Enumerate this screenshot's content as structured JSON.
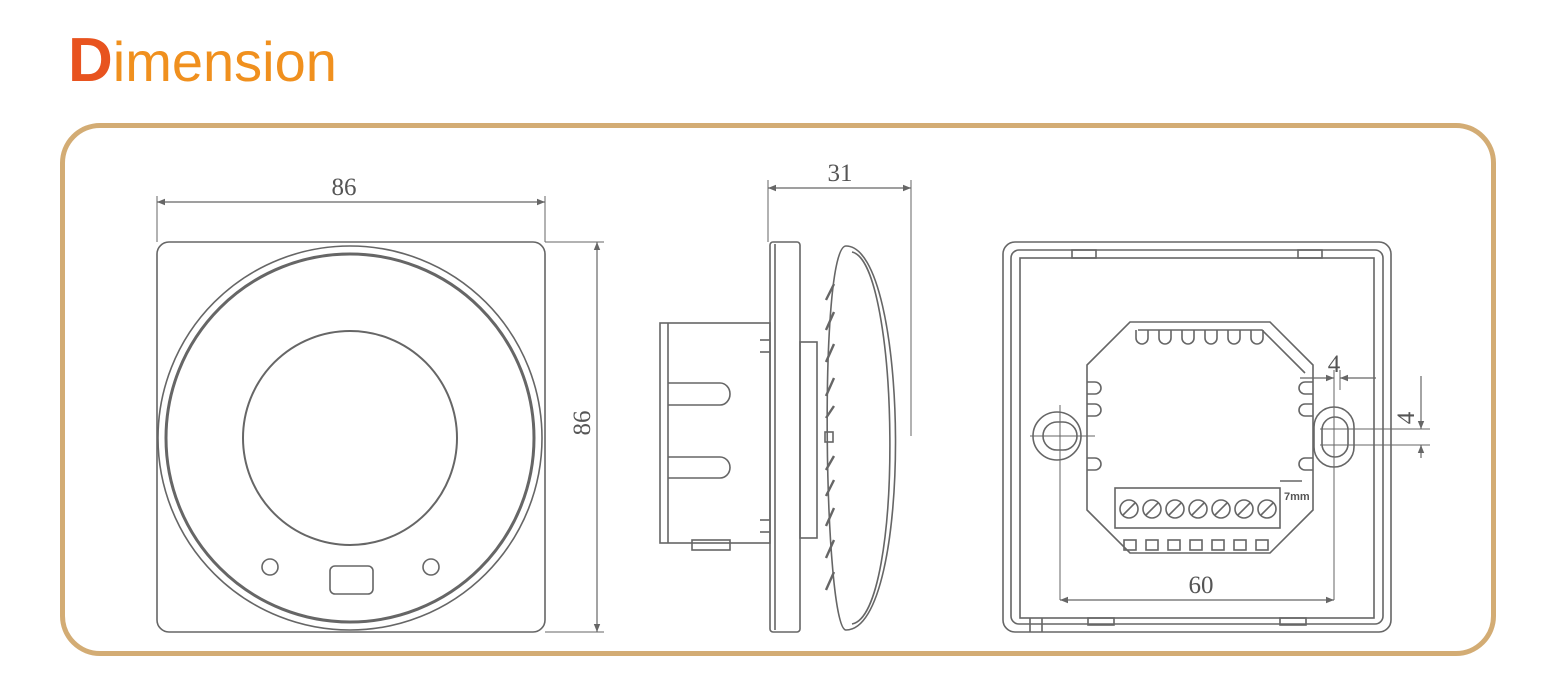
{
  "header": {
    "title_first_letter": "D",
    "title_rest": "imension"
  },
  "dimensions": {
    "front_width": "86",
    "front_height": "86",
    "side_depth": "31",
    "back_hole_spacing": "60",
    "slot_width": "4",
    "slot_height": "4",
    "wire_strip_label": "7mm"
  },
  "colors": {
    "title_first_letter": "#e8531f",
    "title_text": "#f0901e",
    "frame_border": "#d3ac74",
    "line": "#666666"
  }
}
